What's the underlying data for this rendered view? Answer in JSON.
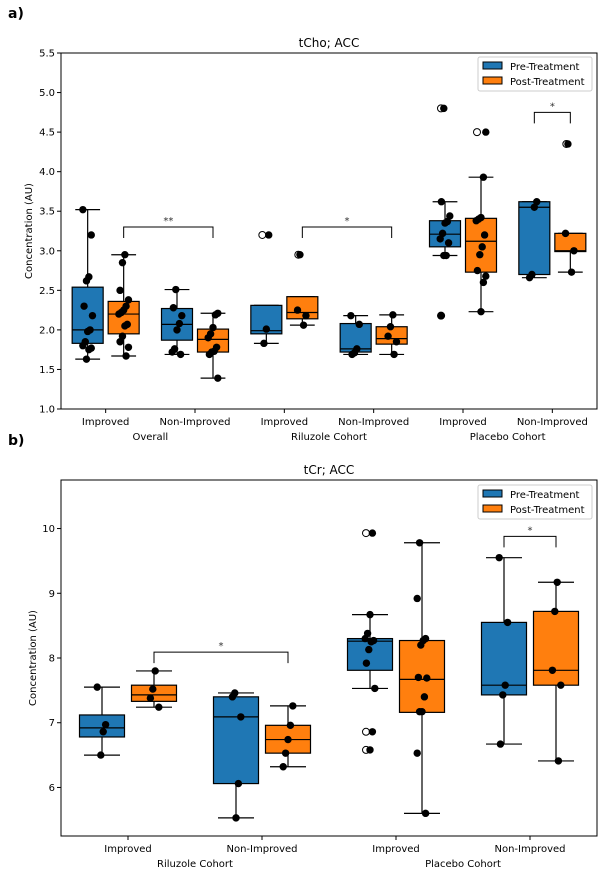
{
  "colors": {
    "pre": "#1f77b4",
    "post": "#ff7f0e"
  },
  "chart_data": [
    {
      "panel": "a)",
      "type": "box",
      "title": "tCho; ACC",
      "ylabel": "Concentration (AU)",
      "ylim": [
        1.0,
        5.5
      ],
      "yticks": [
        "1.0",
        "1.5",
        "2.0",
        "2.5",
        "3.0",
        "3.5",
        "4.0",
        "4.5",
        "5.0",
        "5.5"
      ],
      "legend": {
        "position": "top-right",
        "entries": [
          "Pre-Treatment",
          "Post-Treatment"
        ]
      },
      "categories": [
        "Improved",
        "Non-Improved",
        "Improved",
        "Non-Improved",
        "Improved",
        "Non-Improved"
      ],
      "group_labels": [
        {
          "label": "Overall",
          "span": [
            0,
            1
          ]
        },
        {
          "label": "Riluzole Cohort",
          "span": [
            2,
            3
          ]
        },
        {
          "label": "Placebo Cohort",
          "span": [
            4,
            5
          ]
        }
      ],
      "series": [
        {
          "name": "Pre-Treatment",
          "boxes": [
            {
              "whislo": 1.63,
              "q1": 1.83,
              "med": 2.0,
              "q3": 2.54,
              "whishi": 3.52,
              "fliers": [],
              "points": [
                3.52,
                3.2,
                2.67,
                2.62,
                2.3,
                2.18,
                2.0,
                1.98,
                1.85,
                1.8,
                1.77,
                1.75,
                1.63
              ]
            },
            {
              "whislo": 1.69,
              "q1": 1.87,
              "med": 2.07,
              "q3": 2.27,
              "whishi": 2.51,
              "fliers": [],
              "points": [
                2.51,
                2.28,
                2.18,
                2.08,
                2.0,
                1.76,
                1.72,
                1.69
              ]
            },
            {
              "whislo": 1.83,
              "q1": 1.95,
              "med": 1.99,
              "q3": 2.31,
              "whishi": 2.31,
              "fliers": [
                3.2
              ],
              "points": [
                3.2,
                2.01,
                1.83
              ]
            },
            {
              "whislo": 1.69,
              "q1": 1.72,
              "med": 1.76,
              "q3": 2.08,
              "whishi": 2.18,
              "fliers": [],
              "points": [
                2.18,
                2.07,
                1.76,
                1.71,
                1.69
              ]
            },
            {
              "whislo": 2.94,
              "q1": 3.05,
              "med": 3.21,
              "q3": 3.38,
              "whishi": 3.62,
              "fliers": [
                4.8,
                2.18
              ],
              "points": [
                4.8,
                3.62,
                3.44,
                3.37,
                3.35,
                3.22,
                3.15,
                3.1,
                2.94,
                2.94,
                2.18
              ]
            },
            {
              "whislo": 2.66,
              "q1": 2.7,
              "med": 3.55,
              "q3": 3.62,
              "whishi": 3.62,
              "fliers": [],
              "points": [
                3.62,
                3.55,
                2.7,
                2.66
              ]
            }
          ]
        },
        {
          "name": "Post-Treatment",
          "boxes": [
            {
              "whislo": 1.67,
              "q1": 1.95,
              "med": 2.2,
              "q3": 2.36,
              "whishi": 2.95,
              "fliers": [],
              "points": [
                2.95,
                2.85,
                2.5,
                2.38,
                2.3,
                2.25,
                2.22,
                2.2,
                2.07,
                2.05,
                1.92,
                1.85,
                1.78,
                1.67
              ]
            },
            {
              "whislo": 1.39,
              "q1": 1.72,
              "med": 1.88,
              "q3": 2.01,
              "whishi": 2.21,
              "fliers": [],
              "points": [
                2.21,
                2.19,
                2.03,
                1.95,
                1.9,
                1.78,
                1.73,
                1.72,
                1.69,
                1.39
              ]
            },
            {
              "whislo": 2.06,
              "q1": 2.14,
              "med": 2.22,
              "q3": 2.42,
              "whishi": 2.42,
              "fliers": [
                2.95
              ],
              "points": [
                2.95,
                2.25,
                2.18,
                2.06
              ]
            },
            {
              "whislo": 1.69,
              "q1": 1.82,
              "med": 1.89,
              "q3": 2.04,
              "whishi": 2.19,
              "fliers": [],
              "points": [
                2.19,
                2.04,
                1.92,
                1.85,
                1.69
              ]
            },
            {
              "whislo": 2.23,
              "q1": 2.73,
              "med": 3.12,
              "q3": 3.41,
              "whishi": 3.93,
              "fliers": [
                4.5
              ],
              "points": [
                4.5,
                3.93,
                3.42,
                3.4,
                3.38,
                3.2,
                3.05,
                2.95,
                2.75,
                2.68,
                2.6,
                2.23
              ]
            },
            {
              "whislo": 2.73,
              "q1": 2.99,
              "med": 3.0,
              "q3": 3.22,
              "whishi": 3.22,
              "fliers": [
                4.35
              ],
              "points": [
                4.35,
                3.22,
                3.0,
                2.73
              ]
            }
          ]
        }
      ],
      "annotations": [
        {
          "text": "**",
          "from": [
            0,
            "post"
          ],
          "to": [
            1,
            "post"
          ],
          "y": 3.3
        },
        {
          "text": "*",
          "from": [
            2,
            "post"
          ],
          "to": [
            3,
            "post"
          ],
          "y": 3.3
        },
        {
          "text": "*",
          "from": [
            5,
            "pre"
          ],
          "to": [
            5,
            "post"
          ],
          "y": 4.75
        }
      ]
    },
    {
      "panel": "b)",
      "type": "box",
      "title": "tCr; ACC",
      "ylabel": "Concentration (AU)",
      "ylim": [
        5.25,
        10.75
      ],
      "yticks": [
        "6",
        "7",
        "8",
        "9",
        "10"
      ],
      "legend": {
        "position": "top-right",
        "entries": [
          "Pre-Treatment",
          "Post-Treatment"
        ]
      },
      "categories": [
        "Improved",
        "Non-Improved",
        "Improved",
        "Non-Improved"
      ],
      "group_labels": [
        {
          "label": "Riluzole Cohort",
          "span": [
            0,
            1
          ]
        },
        {
          "label": "Placebo Cohort",
          "span": [
            2,
            3
          ]
        }
      ],
      "series": [
        {
          "name": "Pre-Treatment",
          "boxes": [
            {
              "whislo": 6.5,
              "q1": 6.78,
              "med": 6.92,
              "q3": 7.12,
              "whishi": 7.55,
              "fliers": [],
              "points": [
                7.55,
                6.97,
                6.86,
                6.5
              ]
            },
            {
              "whislo": 5.53,
              "q1": 6.06,
              "med": 7.09,
              "q3": 7.4,
              "whishi": 7.46,
              "fliers": [],
              "points": [
                7.46,
                7.4,
                7.09,
                6.06,
                5.53
              ]
            },
            {
              "whislo": 7.53,
              "q1": 7.81,
              "med": 8.26,
              "q3": 8.3,
              "whishi": 8.67,
              "fliers": [
                9.93,
                6.86,
                6.58
              ],
              "points": [
                9.93,
                8.67,
                8.38,
                8.3,
                8.27,
                8.25,
                8.13,
                7.92,
                7.53,
                6.86,
                6.58
              ]
            },
            {
              "whislo": 6.67,
              "q1": 7.43,
              "med": 7.58,
              "q3": 8.55,
              "whishi": 9.55,
              "fliers": [],
              "points": [
                9.55,
                8.55,
                7.58,
                7.43,
                6.67
              ]
            }
          ]
        },
        {
          "name": "Post-Treatment",
          "boxes": [
            {
              "whislo": 7.24,
              "q1": 7.33,
              "med": 7.43,
              "q3": 7.58,
              "whishi": 7.8,
              "fliers": [],
              "points": [
                7.8,
                7.52,
                7.38,
                7.24
              ]
            },
            {
              "whislo": 6.32,
              "q1": 6.53,
              "med": 6.74,
              "q3": 6.96,
              "whishi": 7.26,
              "fliers": [],
              "points": [
                7.26,
                6.96,
                6.74,
                6.53,
                6.32
              ]
            },
            {
              "whislo": 5.6,
              "q1": 7.16,
              "med": 7.67,
              "q3": 8.27,
              "whishi": 9.78,
              "fliers": [],
              "points": [
                9.78,
                8.92,
                8.3,
                8.27,
                8.2,
                7.7,
                7.69,
                7.4,
                7.17,
                7.17,
                6.53,
                5.6
              ]
            },
            {
              "whislo": 6.41,
              "q1": 7.58,
              "med": 7.81,
              "q3": 8.72,
              "whishi": 9.17,
              "fliers": [],
              "points": [
                9.17,
                8.72,
                7.81,
                7.58,
                6.41
              ]
            }
          ]
        }
      ],
      "annotations": [
        {
          "text": "*",
          "from": [
            0,
            "post"
          ],
          "to": [
            1,
            "post"
          ],
          "y": 8.09
        },
        {
          "text": "*",
          "from": [
            3,
            "pre"
          ],
          "to": [
            3,
            "post"
          ],
          "y": 9.88
        }
      ]
    }
  ]
}
